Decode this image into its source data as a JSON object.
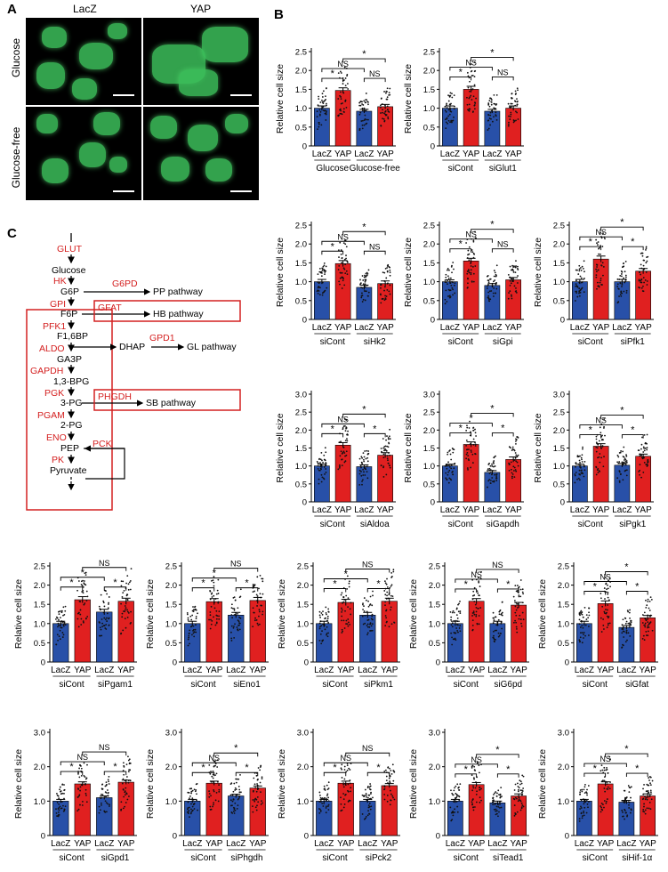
{
  "panels": {
    "A": "A",
    "B": "B",
    "C": "C"
  },
  "micrographs": {
    "columns": [
      "LacZ",
      "YAP"
    ],
    "rows": [
      "Glucose",
      "Glucose-free"
    ]
  },
  "pathway": {
    "glut": "GLUT",
    "glucose": "Glucose",
    "hk": "HK",
    "g6p": "G6P",
    "g6pd": "G6PD",
    "pp": "PP pathway",
    "gpi": "GPI",
    "f6p": "F6P",
    "gfat": "GFAT",
    "hb": "HB pathway",
    "pfk1": "PFK1",
    "f16bp": "F1,6BP",
    "aldo": "ALDO",
    "dhap": "DHAP",
    "gpd1": "GPD1",
    "gl": "GL pathway",
    "ga3p": "GA3P",
    "gapdh": "GAPDH",
    "bpg": "1,3-BPG",
    "pgk": "PGK",
    "pg3": "3-PG",
    "phgdh": "PHGDH",
    "sb": "SB pathway",
    "pgam": "PGAM",
    "pg2": "2-PG",
    "eno": "ENO",
    "pep": "PEP",
    "pck": "PCK",
    "pk": "PK",
    "pyruvate": "Pyruvate"
  },
  "colors": {
    "lacz": "#2850a8",
    "yap": "#e02020",
    "enzyme": "#d42020"
  },
  "chart_data": [
    {
      "type": "bar",
      "ylabel": "Relative cell size",
      "ylim": [
        0,
        2.5
      ],
      "yticks": [
        "0",
        "0.5",
        "1.0",
        "1.5",
        "2.0",
        "2.5"
      ],
      "categories": [
        "LacZ",
        "YAP",
        "LacZ",
        "YAP"
      ],
      "groups": [
        "Glucose",
        "Glucose-free"
      ],
      "values": [
        1.0,
        1.47,
        0.92,
        1.04
      ],
      "errors": [
        0.06,
        0.07,
        0.05,
        0.06
      ],
      "sig": {
        "bracket12": "*",
        "bracket34": "NS",
        "bracket13": "NS",
        "bracket24": "*"
      }
    },
    {
      "type": "bar",
      "ylabel": "Relative cell size",
      "ylim": [
        0,
        2.5
      ],
      "yticks": [
        "0",
        "0.5",
        "1.0",
        "1.5",
        "2.0",
        "2.5"
      ],
      "categories": [
        "LacZ",
        "YAP",
        "LacZ",
        "YAP"
      ],
      "groups": [
        "siCont",
        "siGlut1"
      ],
      "values": [
        1.0,
        1.5,
        0.92,
        1.0
      ],
      "errors": [
        0.06,
        0.08,
        0.05,
        0.06
      ],
      "sig": {
        "bracket12": "*",
        "bracket34": "NS",
        "bracket13": "NS",
        "bracket24": "*"
      }
    },
    {
      "type": "bar",
      "ylabel": "Relative cell size",
      "ylim": [
        0,
        2.5
      ],
      "yticks": [
        "0",
        "0.5",
        "1.0",
        "1.5",
        "2.0",
        "2.5"
      ],
      "categories": [
        "LacZ",
        "YAP",
        "LacZ",
        "YAP"
      ],
      "groups": [
        "siCont",
        "siHk2"
      ],
      "values": [
        1.0,
        1.48,
        0.85,
        0.95
      ],
      "errors": [
        0.06,
        0.08,
        0.06,
        0.07
      ],
      "sig": {
        "bracket12": "*",
        "bracket34": "NS",
        "bracket13": "NS",
        "bracket24": "*"
      }
    },
    {
      "type": "bar",
      "ylabel": "Relative cell size",
      "ylim": [
        0,
        2.5
      ],
      "yticks": [
        "0",
        "0.5",
        "1.0",
        "1.5",
        "2.0",
        "2.5"
      ],
      "categories": [
        "LacZ",
        "YAP",
        "LacZ",
        "YAP"
      ],
      "groups": [
        "siCont",
        "siGpi"
      ],
      "values": [
        1.0,
        1.55,
        0.9,
        1.05
      ],
      "errors": [
        0.05,
        0.07,
        0.05,
        0.06
      ],
      "sig": {
        "bracket12": "*",
        "bracket34": "NS",
        "bracket13": "NS",
        "bracket24": "*"
      }
    },
    {
      "type": "bar",
      "ylabel": "Relative cell size",
      "ylim": [
        0,
        2.5
      ],
      "yticks": [
        "0",
        "0.5",
        "1.0",
        "1.5",
        "2.0",
        "2.5"
      ],
      "categories": [
        "LacZ",
        "YAP",
        "LacZ",
        "YAP"
      ],
      "groups": [
        "siCont",
        "siPfk1"
      ],
      "values": [
        1.0,
        1.6,
        1.0,
        1.28
      ],
      "errors": [
        0.06,
        0.08,
        0.06,
        0.07
      ],
      "sig": {
        "bracket12": "*",
        "bracket34": "*",
        "bracket13": "NS",
        "bracket24": "*"
      }
    },
    {
      "type": "bar",
      "ylabel": "Relative cell size",
      "ylim": [
        0,
        3.0
      ],
      "yticks": [
        "0",
        "0.5",
        "1.0",
        "1.5",
        "2.0",
        "2.5",
        "3.0"
      ],
      "categories": [
        "LacZ",
        "YAP",
        "LacZ",
        "YAP"
      ],
      "groups": [
        "siCont",
        "siAldoa"
      ],
      "values": [
        1.0,
        1.58,
        0.98,
        1.3
      ],
      "errors": [
        0.05,
        0.07,
        0.05,
        0.07
      ],
      "sig": {
        "bracket12": "*",
        "bracket34": "*",
        "bracket13": "NS",
        "bracket24": "*"
      }
    },
    {
      "type": "bar",
      "ylabel": "Relative cell size",
      "ylim": [
        0,
        3.0
      ],
      "yticks": [
        "0",
        "0.5",
        "1.0",
        "1.5",
        "2.0",
        "2.5",
        "3.0"
      ],
      "categories": [
        "LacZ",
        "YAP",
        "LacZ",
        "YAP"
      ],
      "groups": [
        "siCont",
        "siGapdh"
      ],
      "values": [
        1.0,
        1.6,
        0.82,
        1.18
      ],
      "errors": [
        0.05,
        0.07,
        0.05,
        0.07
      ],
      "sig": {
        "bracket12": "*",
        "bracket34": "*",
        "bracket13": "*",
        "bracket24": "*"
      }
    },
    {
      "type": "bar",
      "ylabel": "Relative cell size",
      "ylim": [
        0,
        3.0
      ],
      "yticks": [
        "0",
        "0.5",
        "1.0",
        "1.5",
        "2.0",
        "2.5",
        "3.0"
      ],
      "categories": [
        "LacZ",
        "YAP",
        "LacZ",
        "YAP"
      ],
      "groups": [
        "siCont",
        "siPgk1"
      ],
      "values": [
        1.0,
        1.55,
        1.02,
        1.27
      ],
      "errors": [
        0.05,
        0.07,
        0.05,
        0.06
      ],
      "sig": {
        "bracket12": "*",
        "bracket34": "*",
        "bracket13": "NS",
        "bracket24": "*"
      }
    },
    {
      "type": "bar",
      "ylabel": "Relative cell size",
      "ylim": [
        0,
        2.5
      ],
      "yticks": [
        "0",
        "0.5",
        "1.0",
        "1.5",
        "2.0",
        "2.5"
      ],
      "categories": [
        "LacZ",
        "YAP",
        "LacZ",
        "YAP"
      ],
      "groups": [
        "siCont",
        "siPgam1"
      ],
      "values": [
        1.0,
        1.62,
        1.3,
        1.58
      ],
      "errors": [
        0.06,
        0.08,
        0.07,
        0.08
      ],
      "sig": {
        "bracket12": "*",
        "bracket34": "*",
        "bracket13": "*",
        "bracket24": "NS"
      }
    },
    {
      "type": "bar",
      "ylabel": "Relative cell size",
      "ylim": [
        0,
        2.5
      ],
      "yticks": [
        "0",
        "0.5",
        "1.0",
        "1.5",
        "2.0",
        "2.5"
      ],
      "categories": [
        "LacZ",
        "YAP",
        "LacZ",
        "YAP"
      ],
      "groups": [
        "siCont",
        "siEno1"
      ],
      "values": [
        1.0,
        1.57,
        1.22,
        1.6
      ],
      "errors": [
        0.06,
        0.08,
        0.07,
        0.08
      ],
      "sig": {
        "bracket12": "*",
        "bracket34": "*",
        "bracket13": "*",
        "bracket24": "NS"
      }
    },
    {
      "type": "bar",
      "ylabel": "Relative cell size",
      "ylim": [
        0,
        2.5
      ],
      "yticks": [
        "0",
        "0.5",
        "1.0",
        "1.5",
        "2.0",
        "2.5"
      ],
      "categories": [
        "LacZ",
        "YAP",
        "LacZ",
        "YAP"
      ],
      "groups": [
        "siCont",
        "siPkm1"
      ],
      "values": [
        1.0,
        1.55,
        1.22,
        1.58
      ],
      "errors": [
        0.06,
        0.08,
        0.07,
        0.08
      ],
      "sig": {
        "bracket12": "*",
        "bracket34": "*",
        "bracket13": "*",
        "bracket24": "NS"
      }
    },
    {
      "type": "bar",
      "ylabel": "Relative cell size",
      "ylim": [
        0,
        2.5
      ],
      "yticks": [
        "0",
        "0.5",
        "1.0",
        "1.5",
        "2.0",
        "2.5"
      ],
      "categories": [
        "LacZ",
        "YAP",
        "LacZ",
        "YAP"
      ],
      "groups": [
        "siCont",
        "siG6pd"
      ],
      "values": [
        1.0,
        1.58,
        1.0,
        1.48
      ],
      "errors": [
        0.06,
        0.07,
        0.06,
        0.07
      ],
      "sig": {
        "bracket12": "*",
        "bracket34": "*",
        "bracket13": "NS",
        "bracket24": "NS"
      }
    },
    {
      "type": "bar",
      "ylabel": "Relative cell size",
      "ylim": [
        0,
        2.5
      ],
      "yticks": [
        "0",
        "0.5",
        "1.0",
        "1.5",
        "2.0",
        "2.5"
      ],
      "categories": [
        "LacZ",
        "YAP",
        "LacZ",
        "YAP"
      ],
      "groups": [
        "siCont",
        "siGfat"
      ],
      "values": [
        1.0,
        1.52,
        0.9,
        1.15
      ],
      "errors": [
        0.06,
        0.07,
        0.05,
        0.06
      ],
      "sig": {
        "bracket12": "*",
        "bracket34": "*",
        "bracket13": "NS",
        "bracket24": "*"
      }
    },
    {
      "type": "bar",
      "ylabel": "Relative cell size",
      "ylim": [
        0,
        3.0
      ],
      "yticks": [
        "0",
        "1.0",
        "2.0",
        "3.0"
      ],
      "categories": [
        "LacZ",
        "YAP",
        "LacZ",
        "YAP"
      ],
      "groups": [
        "siCont",
        "siGpd1"
      ],
      "values": [
        1.0,
        1.5,
        1.1,
        1.55
      ],
      "errors": [
        0.05,
        0.06,
        0.05,
        0.06
      ],
      "sig": {
        "bracket12": "*",
        "bracket34": "*",
        "bracket13": "NS",
        "bracket24": "NS"
      }
    },
    {
      "type": "bar",
      "ylabel": "Relative cell size",
      "ylim": [
        0,
        3.0
      ],
      "yticks": [
        "0",
        "1.0",
        "2.0",
        "3.0"
      ],
      "categories": [
        "LacZ",
        "YAP",
        "LacZ",
        "YAP"
      ],
      "groups": [
        "siCont",
        "siPhgdh"
      ],
      "values": [
        1.0,
        1.52,
        1.15,
        1.38
      ],
      "errors": [
        0.05,
        0.06,
        0.05,
        0.06
      ],
      "sig": {
        "bracket12": "*",
        "bracket34": "*",
        "bracket13": "NS",
        "bracket24": "*"
      }
    },
    {
      "type": "bar",
      "ylabel": "Relative cell size",
      "ylim": [
        0,
        3.0
      ],
      "yticks": [
        "0",
        "1.0",
        "2.0",
        "3.0"
      ],
      "categories": [
        "LacZ",
        "YAP",
        "LacZ",
        "YAP"
      ],
      "groups": [
        "siCont",
        "siPck2"
      ],
      "values": [
        1.0,
        1.52,
        1.0,
        1.45
      ],
      "errors": [
        0.05,
        0.06,
        0.05,
        0.06
      ],
      "sig": {
        "bracket12": "*",
        "bracket34": "*",
        "bracket13": "NS",
        "bracket24": "NS"
      }
    },
    {
      "type": "bar",
      "ylabel": "Relative cell size",
      "ylim": [
        0,
        3.0
      ],
      "yticks": [
        "0",
        "1.0",
        "2.0",
        "3.0"
      ],
      "categories": [
        "LacZ",
        "YAP",
        "LacZ",
        "YAP"
      ],
      "groups": [
        "siCont",
        "siTead1"
      ],
      "values": [
        1.0,
        1.48,
        0.95,
        1.15
      ],
      "errors": [
        0.05,
        0.06,
        0.05,
        0.06
      ],
      "sig": {
        "bracket12": "*",
        "bracket34": "*",
        "bracket13": "NS",
        "bracket24": "*"
      }
    },
    {
      "type": "bar",
      "ylabel": "Relative cell size",
      "ylim": [
        0,
        3.0
      ],
      "yticks": [
        "0",
        "1.0",
        "2.0",
        "3.0"
      ],
      "categories": [
        "LacZ",
        "YAP",
        "LacZ",
        "YAP"
      ],
      "groups": [
        "siCont",
        "siHif-1α"
      ],
      "values": [
        1.0,
        1.5,
        0.97,
        1.15
      ],
      "errors": [
        0.05,
        0.06,
        0.05,
        0.06
      ],
      "sig": {
        "bracket12": "*",
        "bracket34": "*",
        "bracket13": "NS",
        "bracket24": "*"
      }
    }
  ]
}
